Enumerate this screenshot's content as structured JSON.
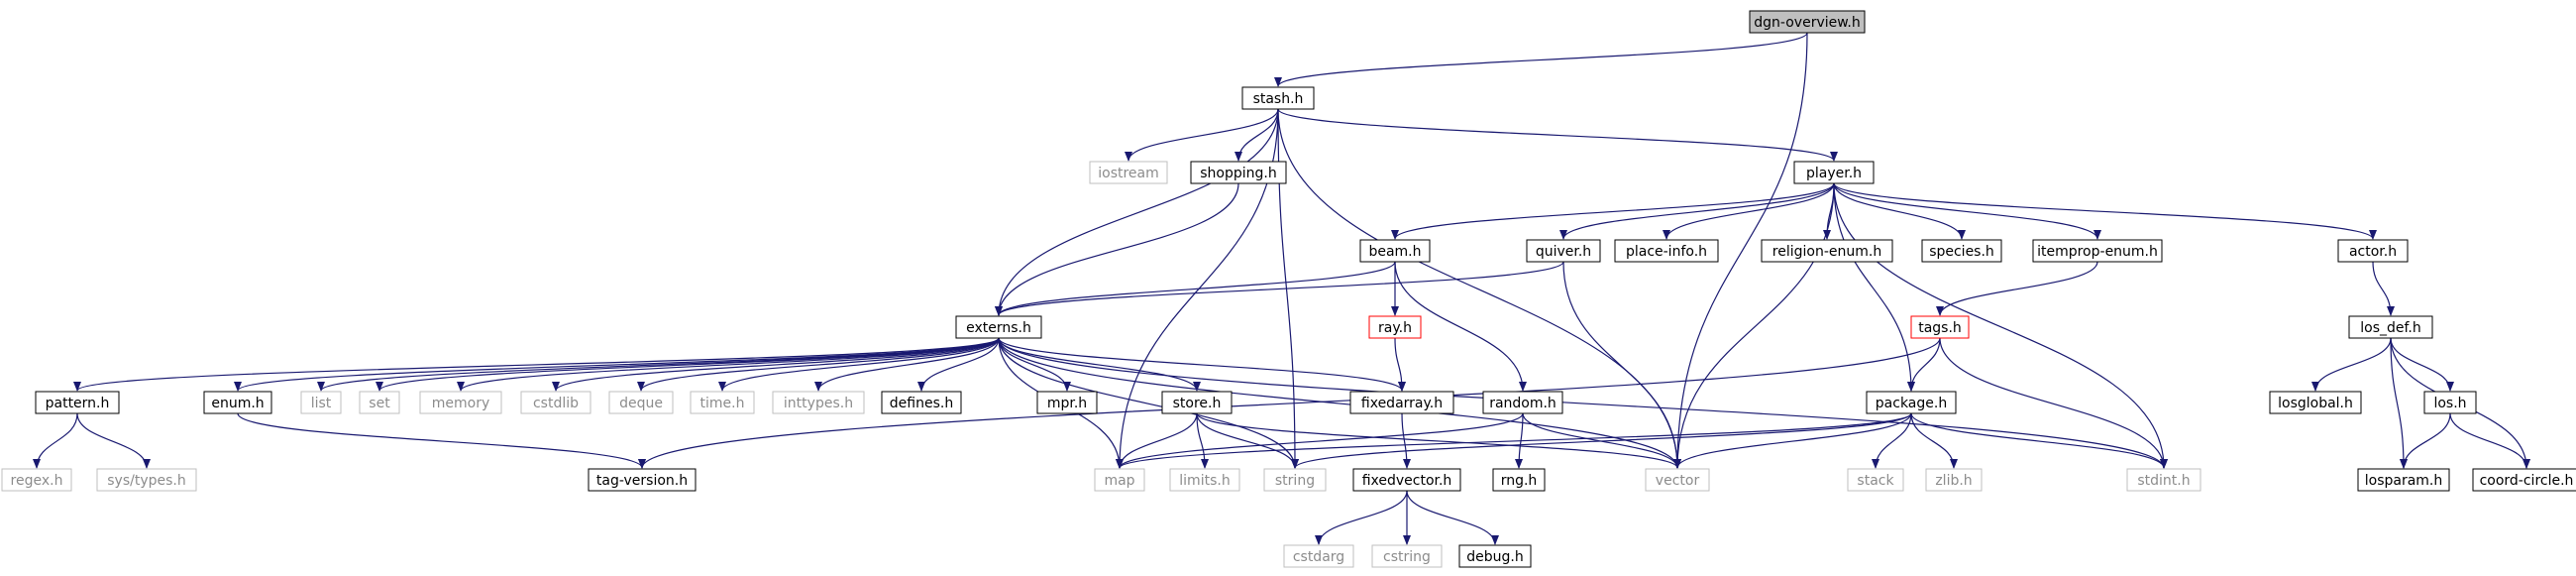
{
  "graph": {
    "colors": {
      "edge": "#191970",
      "box": "#000000",
      "external_box": "#bfbfbf",
      "external_text": "#8c8c8c",
      "highlight_fill": "#bfbfbf",
      "incomplete_box": "#ff0000"
    },
    "nodes": [
      {
        "id": "dgn-overview.h",
        "label": "dgn-overview.h",
        "kind": "root"
      },
      {
        "id": "stash.h",
        "label": "stash.h",
        "kind": "header"
      },
      {
        "id": "iostream",
        "label": "iostream",
        "kind": "external"
      },
      {
        "id": "shopping.h",
        "label": "shopping.h",
        "kind": "header"
      },
      {
        "id": "player.h",
        "label": "player.h",
        "kind": "header"
      },
      {
        "id": "beam.h",
        "label": "beam.h",
        "kind": "header"
      },
      {
        "id": "quiver.h",
        "label": "quiver.h",
        "kind": "header"
      },
      {
        "id": "place-info.h",
        "label": "place-info.h",
        "kind": "header"
      },
      {
        "id": "religion-enum.h",
        "label": "religion-enum.h",
        "kind": "header"
      },
      {
        "id": "species.h",
        "label": "species.h",
        "kind": "header"
      },
      {
        "id": "itemprop-enum.h",
        "label": "itemprop-enum.h",
        "kind": "header"
      },
      {
        "id": "actor.h",
        "label": "actor.h",
        "kind": "header"
      },
      {
        "id": "externs.h",
        "label": "externs.h",
        "kind": "header"
      },
      {
        "id": "ray.h",
        "label": "ray.h",
        "kind": "incomplete"
      },
      {
        "id": "tags.h",
        "label": "tags.h",
        "kind": "incomplete"
      },
      {
        "id": "los_def.h",
        "label": "los_def.h",
        "kind": "header"
      },
      {
        "id": "pattern.h",
        "label": "pattern.h",
        "kind": "header"
      },
      {
        "id": "enum.h",
        "label": "enum.h",
        "kind": "header"
      },
      {
        "id": "list",
        "label": "list",
        "kind": "external"
      },
      {
        "id": "set",
        "label": "set",
        "kind": "external"
      },
      {
        "id": "memory",
        "label": "memory",
        "kind": "external"
      },
      {
        "id": "cstdlib",
        "label": "cstdlib",
        "kind": "external"
      },
      {
        "id": "deque",
        "label": "deque",
        "kind": "external"
      },
      {
        "id": "time.h",
        "label": "time.h",
        "kind": "external"
      },
      {
        "id": "inttypes.h",
        "label": "inttypes.h",
        "kind": "external"
      },
      {
        "id": "defines.h",
        "label": "defines.h",
        "kind": "header"
      },
      {
        "id": "mpr.h",
        "label": "mpr.h",
        "kind": "header"
      },
      {
        "id": "store.h",
        "label": "store.h",
        "kind": "header"
      },
      {
        "id": "fixedarray.h",
        "label": "fixedarray.h",
        "kind": "header"
      },
      {
        "id": "random.h",
        "label": "random.h",
        "kind": "header"
      },
      {
        "id": "package.h",
        "label": "package.h",
        "kind": "header"
      },
      {
        "id": "losglobal.h",
        "label": "losglobal.h",
        "kind": "header"
      },
      {
        "id": "los.h",
        "label": "los.h",
        "kind": "header"
      },
      {
        "id": "regex.h",
        "label": "regex.h",
        "kind": "external"
      },
      {
        "id": "sys/types.h",
        "label": "sys/types.h",
        "kind": "external"
      },
      {
        "id": "tag-version.h",
        "label": "tag-version.h",
        "kind": "header"
      },
      {
        "id": "map",
        "label": "map",
        "kind": "external"
      },
      {
        "id": "limits.h",
        "label": "limits.h",
        "kind": "external"
      },
      {
        "id": "string",
        "label": "string",
        "kind": "external"
      },
      {
        "id": "fixedvector.h",
        "label": "fixedvector.h",
        "kind": "header"
      },
      {
        "id": "rng.h",
        "label": "rng.h",
        "kind": "header"
      },
      {
        "id": "vector",
        "label": "vector",
        "kind": "external"
      },
      {
        "id": "stack",
        "label": "stack",
        "kind": "external"
      },
      {
        "id": "zlib.h",
        "label": "zlib.h",
        "kind": "external"
      },
      {
        "id": "stdint.h",
        "label": "stdint.h",
        "kind": "external"
      },
      {
        "id": "losparam.h",
        "label": "losparam.h",
        "kind": "header"
      },
      {
        "id": "coord-circle.h",
        "label": "coord-circle.h",
        "kind": "header"
      },
      {
        "id": "cstdarg",
        "label": "cstdarg",
        "kind": "external"
      },
      {
        "id": "cstring",
        "label": "cstring",
        "kind": "external"
      },
      {
        "id": "debug.h",
        "label": "debug.h",
        "kind": "header"
      }
    ],
    "edges": [
      [
        "dgn-overview.h",
        "stash.h"
      ],
      [
        "dgn-overview.h",
        "vector"
      ],
      [
        "stash.h",
        "iostream"
      ],
      [
        "stash.h",
        "shopping.h"
      ],
      [
        "stash.h",
        "player.h"
      ],
      [
        "stash.h",
        "externs.h"
      ],
      [
        "stash.h",
        "map"
      ],
      [
        "stash.h",
        "string"
      ],
      [
        "stash.h",
        "vector"
      ],
      [
        "shopping.h",
        "externs.h"
      ],
      [
        "player.h",
        "beam.h"
      ],
      [
        "player.h",
        "quiver.h"
      ],
      [
        "player.h",
        "place-info.h"
      ],
      [
        "player.h",
        "religion-enum.h"
      ],
      [
        "player.h",
        "species.h"
      ],
      [
        "player.h",
        "itemprop-enum.h"
      ],
      [
        "player.h",
        "actor.h"
      ],
      [
        "player.h",
        "package.h"
      ],
      [
        "player.h",
        "vector"
      ],
      [
        "player.h",
        "stdint.h"
      ],
      [
        "beam.h",
        "externs.h"
      ],
      [
        "beam.h",
        "ray.h"
      ],
      [
        "beam.h",
        "random.h"
      ],
      [
        "quiver.h",
        "externs.h"
      ],
      [
        "quiver.h",
        "vector"
      ],
      [
        "itemprop-enum.h",
        "tags.h"
      ],
      [
        "actor.h",
        "los_def.h"
      ],
      [
        "externs.h",
        "pattern.h"
      ],
      [
        "externs.h",
        "enum.h"
      ],
      [
        "externs.h",
        "list"
      ],
      [
        "externs.h",
        "set"
      ],
      [
        "externs.h",
        "memory"
      ],
      [
        "externs.h",
        "cstdlib"
      ],
      [
        "externs.h",
        "deque"
      ],
      [
        "externs.h",
        "time.h"
      ],
      [
        "externs.h",
        "inttypes.h"
      ],
      [
        "externs.h",
        "defines.h"
      ],
      [
        "externs.h",
        "mpr.h"
      ],
      [
        "externs.h",
        "store.h"
      ],
      [
        "externs.h",
        "fixedarray.h"
      ],
      [
        "externs.h",
        "map"
      ],
      [
        "externs.h",
        "string"
      ],
      [
        "externs.h",
        "vector"
      ],
      [
        "externs.h",
        "stdint.h"
      ],
      [
        "ray.h",
        "fixedarray.h"
      ],
      [
        "tags.h",
        "package.h"
      ],
      [
        "tags.h",
        "tag-version.h"
      ],
      [
        "tags.h",
        "stdint.h"
      ],
      [
        "los_def.h",
        "losglobal.h"
      ],
      [
        "los_def.h",
        "los.h"
      ],
      [
        "los_def.h",
        "losparam.h"
      ],
      [
        "los_def.h",
        "coord-circle.h"
      ],
      [
        "pattern.h",
        "regex.h"
      ],
      [
        "pattern.h",
        "sys/types.h"
      ],
      [
        "enum.h",
        "tag-version.h"
      ],
      [
        "store.h",
        "map"
      ],
      [
        "store.h",
        "limits.h"
      ],
      [
        "store.h",
        "string"
      ],
      [
        "store.h",
        "vector"
      ],
      [
        "fixedarray.h",
        "fixedvector.h"
      ],
      [
        "random.h",
        "map"
      ],
      [
        "random.h",
        "rng.h"
      ],
      [
        "random.h",
        "vector"
      ],
      [
        "package.h",
        "map"
      ],
      [
        "package.h",
        "string"
      ],
      [
        "package.h",
        "vector"
      ],
      [
        "package.h",
        "stack"
      ],
      [
        "package.h",
        "zlib.h"
      ],
      [
        "package.h",
        "stdint.h"
      ],
      [
        "los.h",
        "losparam.h"
      ],
      [
        "los.h",
        "coord-circle.h"
      ],
      [
        "fixedvector.h",
        "cstdarg"
      ],
      [
        "fixedvector.h",
        "cstring"
      ],
      [
        "fixedvector.h",
        "debug.h"
      ]
    ]
  }
}
